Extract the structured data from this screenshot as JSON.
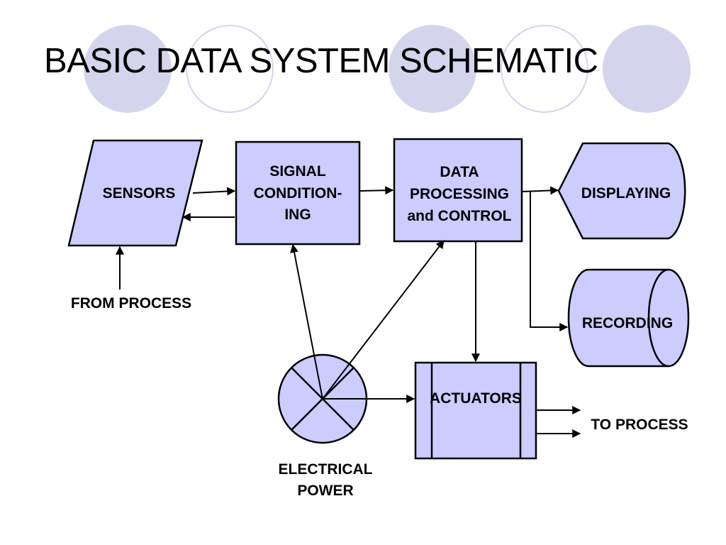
{
  "slide": {
    "title": "BASIC DATA SYSTEM SCHEMATIC"
  },
  "diagram": {
    "nodes": {
      "sensors": {
        "label": "SENSORS"
      },
      "signal_conditioning": {
        "lines": [
          "SIGNAL",
          "CONDITION-",
          "ING"
        ]
      },
      "data_processing": {
        "lines": [
          "DATA",
          "PROCESSING",
          "and CONTROL"
        ]
      },
      "displaying": {
        "label": "DISPLAYING"
      },
      "recording": {
        "label": "RECORDING"
      },
      "actuators": {
        "label": "ACTUATORS"
      },
      "electrical_power": {
        "lines": [
          "ELECTRICAL",
          "POWER"
        ]
      }
    },
    "annotations": {
      "from_process": "FROM PROCESS",
      "to_process": "TO PROCESS"
    }
  },
  "colors": {
    "shape_fill": "#ccccff",
    "stroke": "#000000",
    "decor_circle": "#d4d4ec"
  }
}
